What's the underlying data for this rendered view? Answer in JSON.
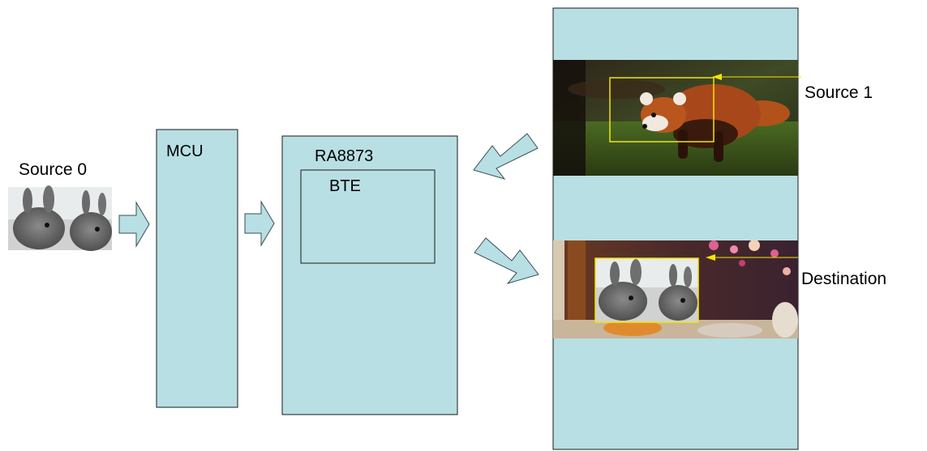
{
  "labels": {
    "source0": "Source 0",
    "mcu": "MCU",
    "ra8873": "RA8873",
    "bte": "BTE",
    "source1": "Source 1",
    "destination": "Destination"
  },
  "colors": {
    "block_fill": "#b8dfe3",
    "block_stroke": "#1a1a1a",
    "arrow_fill": "#b8dfe3",
    "arrow_stroke": "#3a4f55",
    "highlight": "#f2e600"
  },
  "images": {
    "source0_icon": "rabbits-photo-icon",
    "source1_icon": "red-panda-photo-icon",
    "destination_icon": "rabbits-composite-photo-icon"
  }
}
